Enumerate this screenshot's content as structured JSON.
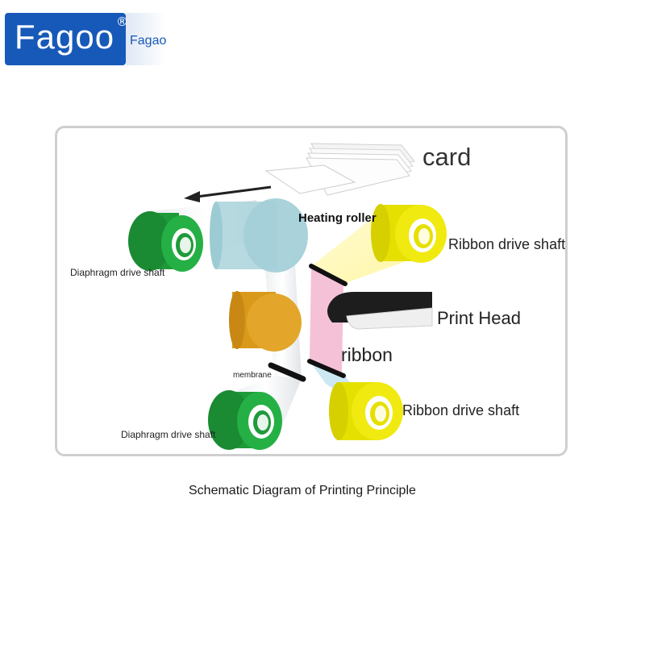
{
  "logo": {
    "brand": "Fagoo",
    "registered": "®",
    "sub": "Fagao"
  },
  "labels": {
    "card": "card",
    "heating_roller": "Heating roller",
    "ribbon_drive_shaft_top": "Ribbon drive shaft",
    "diaphragm_drive_shaft_top": "Diaphragm drive shaft",
    "print_head": "Print Head",
    "ribbon": "ribbon",
    "membrane": "membrane",
    "ribbon_drive_shaft_bottom": "Ribbon drive shaft",
    "diaphragm_drive_shaft_bottom": "Diaphragm drive shaft"
  },
  "caption": "Schematic Diagram of Printing Principle",
  "colors": {
    "brand_blue": "#1759b8",
    "green_roller": "#1f9a3a",
    "yellow_roller": "#e6e000",
    "orange_roller": "#d99a1c",
    "heating_roller": "#a9d3da",
    "ribbon_pink": "#f3b6cf",
    "frame_border": "#cfcfcf"
  }
}
